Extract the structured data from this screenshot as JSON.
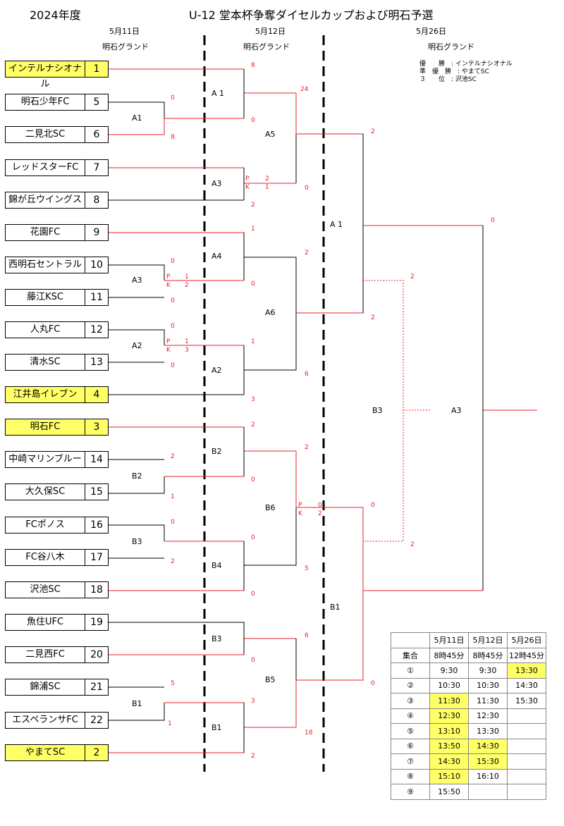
{
  "header": {
    "year": "2024年度",
    "title": "U-12 堂本杯争奪ダイセルカップおよび明石予選",
    "dates": [
      "5月11日",
      "5月12日",
      "5月26日"
    ],
    "venues": [
      "明石グランド",
      "明石グランド",
      "明石グランド"
    ]
  },
  "results": {
    "winner_label": "優　　勝　:",
    "winner": "インテルナシオナル",
    "runner_up_label": "準　優　勝　:",
    "runner_up": "やまてSC",
    "third_label": "３　　位　:",
    "third": "沢池SC"
  },
  "teams": [
    {
      "name": "インテルナシオナル",
      "no": "1",
      "seed": true
    },
    {
      "name": "明石少年FC",
      "no": "5",
      "seed": false
    },
    {
      "name": "二見北SC",
      "no": "6",
      "seed": false
    },
    {
      "name": "レッドスターFC",
      "no": "7",
      "seed": false
    },
    {
      "name": "錦が丘ウイングス",
      "no": "8",
      "seed": false
    },
    {
      "name": "花園FC",
      "no": "9",
      "seed": false
    },
    {
      "name": "西明石セントラル",
      "no": "10",
      "seed": false
    },
    {
      "name": "藤江KSC",
      "no": "11",
      "seed": false
    },
    {
      "name": "人丸FC",
      "no": "12",
      "seed": false
    },
    {
      "name": "清水SC",
      "no": "13",
      "seed": false
    },
    {
      "name": "江井島イレブン",
      "no": "4",
      "seed": true
    },
    {
      "name": "明石FC",
      "no": "3",
      "seed": true
    },
    {
      "name": "中崎マリンブルー",
      "no": "14",
      "seed": false
    },
    {
      "name": "大久保SC",
      "no": "15",
      "seed": false
    },
    {
      "name": "FCポノス",
      "no": "16",
      "seed": false
    },
    {
      "name": "FC谷八木",
      "no": "17",
      "seed": false
    },
    {
      "name": "沢池SC",
      "no": "18",
      "seed": false
    },
    {
      "name": "魚住UFC",
      "no": "19",
      "seed": false
    },
    {
      "name": "二見西FC",
      "no": "20",
      "seed": false
    },
    {
      "name": "錦浦SC",
      "no": "21",
      "seed": false
    },
    {
      "name": "エスペランサFC",
      "no": "22",
      "seed": false
    },
    {
      "name": "やまてSC",
      "no": "2",
      "seed": true
    }
  ],
  "match_labels": [
    {
      "id": "r1-a1",
      "text": "A1"
    },
    {
      "id": "r1-a3",
      "text": "A3"
    },
    {
      "id": "r1-a2",
      "text": "A2"
    },
    {
      "id": "r1-b2",
      "text": "B2"
    },
    {
      "id": "r1-b3",
      "text": "B3"
    },
    {
      "id": "r1-b1",
      "text": "B1"
    },
    {
      "id": "r2-a1",
      "text": "A 1"
    },
    {
      "id": "r2-a3",
      "text": "A3"
    },
    {
      "id": "r2-a4",
      "text": "A4"
    },
    {
      "id": "r2-a2",
      "text": "A2"
    },
    {
      "id": "r2-b2",
      "text": "B2"
    },
    {
      "id": "r2-b4",
      "text": "B4"
    },
    {
      "id": "r2-b3",
      "text": "B3"
    },
    {
      "id": "r2-b1",
      "text": "B1"
    },
    {
      "id": "r3-a5",
      "text": "A5"
    },
    {
      "id": "r3-a6",
      "text": "A6"
    },
    {
      "id": "r3-b6",
      "text": "B6"
    },
    {
      "id": "r3-b5",
      "text": "B5"
    },
    {
      "id": "sf-a1",
      "text": "A 1"
    },
    {
      "id": "sf-b1",
      "text": "B1"
    },
    {
      "id": "f-b3",
      "text": "B3"
    },
    {
      "id": "f-a3",
      "text": "A3"
    }
  ],
  "scores": [
    {
      "id": "s1",
      "text": "8"
    },
    {
      "id": "s2",
      "text": "0"
    },
    {
      "id": "s3",
      "text": "0"
    },
    {
      "id": "s4",
      "text": "8"
    },
    {
      "id": "s5",
      "text": "24"
    },
    {
      "id": "s6",
      "text": "P"
    },
    {
      "id": "s7",
      "text": "2"
    },
    {
      "id": "s8",
      "text": "K"
    },
    {
      "id": "s9",
      "text": "1"
    },
    {
      "id": "s10",
      "text": "2"
    },
    {
      "id": "s11",
      "text": "0"
    },
    {
      "id": "s12",
      "text": "2"
    },
    {
      "id": "s13",
      "text": "1"
    },
    {
      "id": "s14",
      "text": "0"
    },
    {
      "id": "s15",
      "text": "P"
    },
    {
      "id": "s16",
      "text": "1"
    },
    {
      "id": "s17",
      "text": "K"
    },
    {
      "id": "s18",
      "text": "2"
    },
    {
      "id": "s19",
      "text": "0"
    },
    {
      "id": "s20",
      "text": "0"
    },
    {
      "id": "s21",
      "text": "2"
    },
    {
      "id": "s22",
      "text": "0"
    },
    {
      "id": "s23",
      "text": "P"
    },
    {
      "id": "s24",
      "text": "1"
    },
    {
      "id": "s25",
      "text": "K"
    },
    {
      "id": "s26",
      "text": "3"
    },
    {
      "id": "s27",
      "text": "1"
    },
    {
      "id": "s28",
      "text": "0"
    },
    {
      "id": "s29",
      "text": "6"
    },
    {
      "id": "s30",
      "text": "3"
    },
    {
      "id": "s31",
      "text": "2"
    },
    {
      "id": "s32",
      "text": "2"
    },
    {
      "id": "s33",
      "text": "2"
    },
    {
      "id": "s34",
      "text": "0"
    },
    {
      "id": "s35",
      "text": "1"
    },
    {
      "id": "s36",
      "text": "P"
    },
    {
      "id": "s37",
      "text": "0"
    },
    {
      "id": "s38",
      "text": "K"
    },
    {
      "id": "s39",
      "text": "2"
    },
    {
      "id": "s40",
      "text": "2"
    },
    {
      "id": "s41",
      "text": "0"
    },
    {
      "id": "s42",
      "text": "0"
    },
    {
      "id": "s43",
      "text": "0"
    },
    {
      "id": "s44",
      "text": "2"
    },
    {
      "id": "s45",
      "text": "5"
    },
    {
      "id": "s46",
      "text": "2"
    },
    {
      "id": "s47",
      "text": "2"
    },
    {
      "id": "s48",
      "text": "0"
    },
    {
      "id": "s49",
      "text": "6"
    },
    {
      "id": "s50",
      "text": "0"
    },
    {
      "id": "s51",
      "text": "5"
    },
    {
      "id": "s52",
      "text": "0"
    },
    {
      "id": "s53",
      "text": "3"
    },
    {
      "id": "s54",
      "text": "18"
    },
    {
      "id": "s55",
      "text": "1"
    },
    {
      "id": "s56",
      "text": "2"
    },
    {
      "id": "s57",
      "text": "0"
    }
  ],
  "schedule": {
    "header": [
      "",
      "5月11日",
      "5月12日",
      "5月26日"
    ],
    "rows": [
      [
        "集合",
        "8時45分",
        "8時45分",
        "12時45分"
      ],
      [
        "①",
        "9:30",
        "9:30",
        "13:30"
      ],
      [
        "②",
        "10:30",
        "10:30",
        "14:30"
      ],
      [
        "③",
        "11:30",
        "11:30",
        "15:30"
      ],
      [
        "④",
        "12:30",
        "12:30",
        ""
      ],
      [
        "⑤",
        "13:10",
        "13:30",
        ""
      ],
      [
        "⑥",
        "13:50",
        "14:30",
        ""
      ],
      [
        "⑦",
        "14:30",
        "15:30",
        ""
      ],
      [
        "⑧",
        "15:10",
        "16:10",
        ""
      ],
      [
        "⑨",
        "15:50",
        "",
        ""
      ]
    ],
    "highlight": [
      [
        2,
        3
      ],
      [
        4,
        1
      ],
      [
        5,
        1
      ],
      [
        6,
        1
      ],
      [
        7,
        1
      ],
      [
        7,
        2
      ],
      [
        8,
        1
      ],
      [
        8,
        2
      ],
      [
        9,
        1
      ]
    ],
    "colors": {
      "highlight": "#ffff66",
      "bracket_red": "#e8212c",
      "dotted_red": "#e8212c"
    }
  }
}
